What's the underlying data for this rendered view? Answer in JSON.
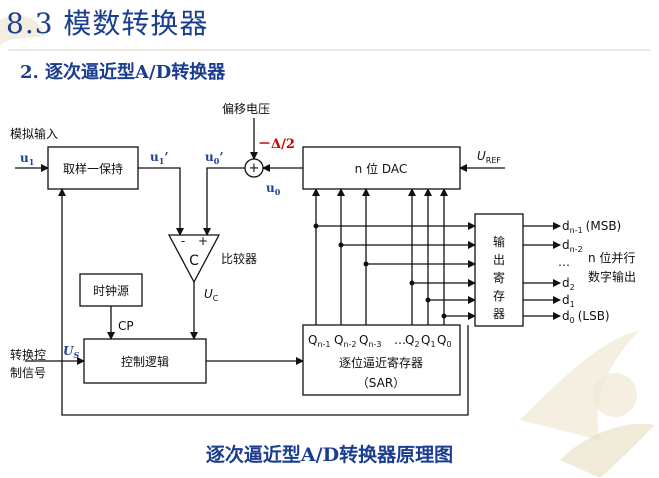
{
  "header": {
    "title": "8.3 模数转换器",
    "subtitle": "2. 逐次逼近型A/D转换器"
  },
  "diagram": {
    "input_label": "模拟输入",
    "u1": "u",
    "u1_sub": "1",
    "sample_hold": "取样一保持",
    "u1_prime": "u",
    "u1_prime_sub": "1",
    "u1_prime_mark": "’",
    "u0_prime": "u",
    "u0_prime_sub": "0",
    "u0_prime_mark": "’",
    "offset_label": "偏移电压",
    "offset_value": "－Δ/2",
    "summer_plus": "+",
    "u0": "u",
    "u0_sub": "0",
    "dac": "n 位 DAC",
    "uref": "U",
    "uref_sub": "REF",
    "comparator_letter": "C",
    "comparator_minus": "-",
    "comparator_plus": "+",
    "comparator_label": "比较器",
    "uc": "U",
    "uc_sub": "C",
    "clock": "时钟源",
    "cp": "CP",
    "control": "控制逻辑",
    "us": "U",
    "us_sub": "S",
    "convert_ctrl_line1": "转换控",
    "convert_ctrl_line2": "制信号",
    "sar_bits": [
      {
        "t": "Q",
        "s": "n-1"
      },
      {
        "t": "Q",
        "s": "n-2"
      },
      {
        "t": "Q",
        "s": "n-3"
      },
      {
        "t": "…",
        "s": ""
      },
      {
        "t": "Q",
        "s": "2"
      },
      {
        "t": "Q",
        "s": "1"
      },
      {
        "t": "Q",
        "s": "0"
      }
    ],
    "sar_name": "逐位逼近寄存器",
    "sar_abbr": "（SAR）",
    "out_reg": [
      "输",
      "出",
      "寄",
      "存",
      "器"
    ],
    "outputs": [
      {
        "t": "d",
        "s": "n-1",
        "note": "(MSB)"
      },
      {
        "t": "d",
        "s": "n-2",
        "note": ""
      },
      {
        "t": "…",
        "s": "",
        "note": ""
      },
      {
        "t": "d",
        "s": "2",
        "note": ""
      },
      {
        "t": "d",
        "s": "1",
        "note": ""
      },
      {
        "t": "d",
        "s": "0",
        "note": "(LSB)"
      }
    ],
    "parallel_out_line1": "n 位并行",
    "parallel_out_line2": "数字输出"
  },
  "caption": "逐次逼近型A/D转换器原理图",
  "colors": {
    "title": "#1a3d8f",
    "accent": "#cc0000",
    "line": "#111111"
  }
}
